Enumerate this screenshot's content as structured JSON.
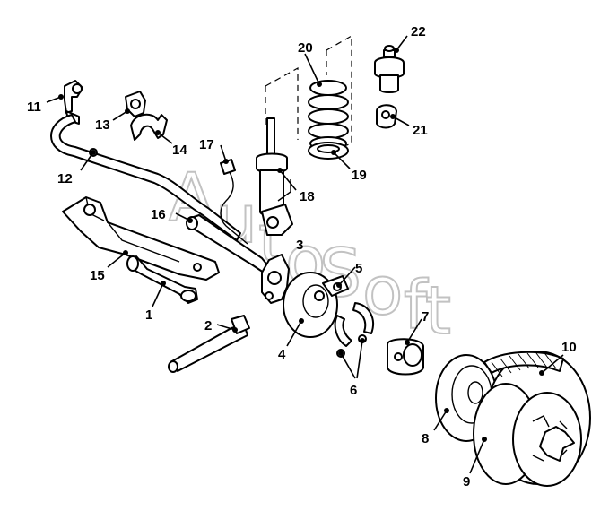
{
  "diagram": {
    "watermark": [
      "A",
      "u",
      "t",
      "o",
      "S",
      "o",
      "f",
      "t"
    ],
    "callouts": [
      {
        "id": "c1",
        "label": "1"
      },
      {
        "id": "c2",
        "label": "2"
      },
      {
        "id": "c3",
        "label": "3"
      },
      {
        "id": "c4",
        "label": "4"
      },
      {
        "id": "c5",
        "label": "5"
      },
      {
        "id": "c6",
        "label": "6"
      },
      {
        "id": "c7",
        "label": "7"
      },
      {
        "id": "c8",
        "label": "8"
      },
      {
        "id": "c9",
        "label": "9"
      },
      {
        "id": "c10",
        "label": "10"
      },
      {
        "id": "c11",
        "label": "11"
      },
      {
        "id": "c12",
        "label": "12"
      },
      {
        "id": "c13",
        "label": "13"
      },
      {
        "id": "c14",
        "label": "14"
      },
      {
        "id": "c15",
        "label": "15"
      },
      {
        "id": "c16",
        "label": "16"
      },
      {
        "id": "c17",
        "label": "17"
      },
      {
        "id": "c18",
        "label": "18"
      },
      {
        "id": "c19",
        "label": "19"
      },
      {
        "id": "c20",
        "label": "20"
      },
      {
        "id": "c21",
        "label": "21"
      },
      {
        "id": "c22",
        "label": "22"
      }
    ]
  }
}
